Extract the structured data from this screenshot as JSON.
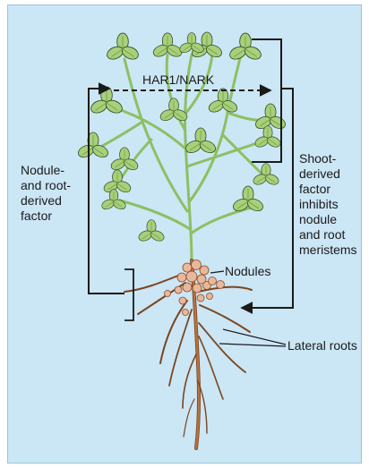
{
  "labels": {
    "gene": "HAR1/NARK",
    "left_signal": [
      "Nodule-",
      "and root-",
      "derived",
      "factor"
    ],
    "right_signal": [
      "Shoot-",
      "derived",
      "factor",
      "inhibits",
      "nodule",
      "and root",
      "meristems"
    ],
    "nodules": "Nodules",
    "lateral_roots": "Lateral roots"
  },
  "colors": {
    "background": "#cbe6f5",
    "leaf": "#a8cf7a",
    "leaf_dark": "#6f9f45",
    "stem": "#8cc063",
    "root": "#b7733f",
    "nodule": "#e9b89a",
    "line": "#1a1a1a"
  }
}
